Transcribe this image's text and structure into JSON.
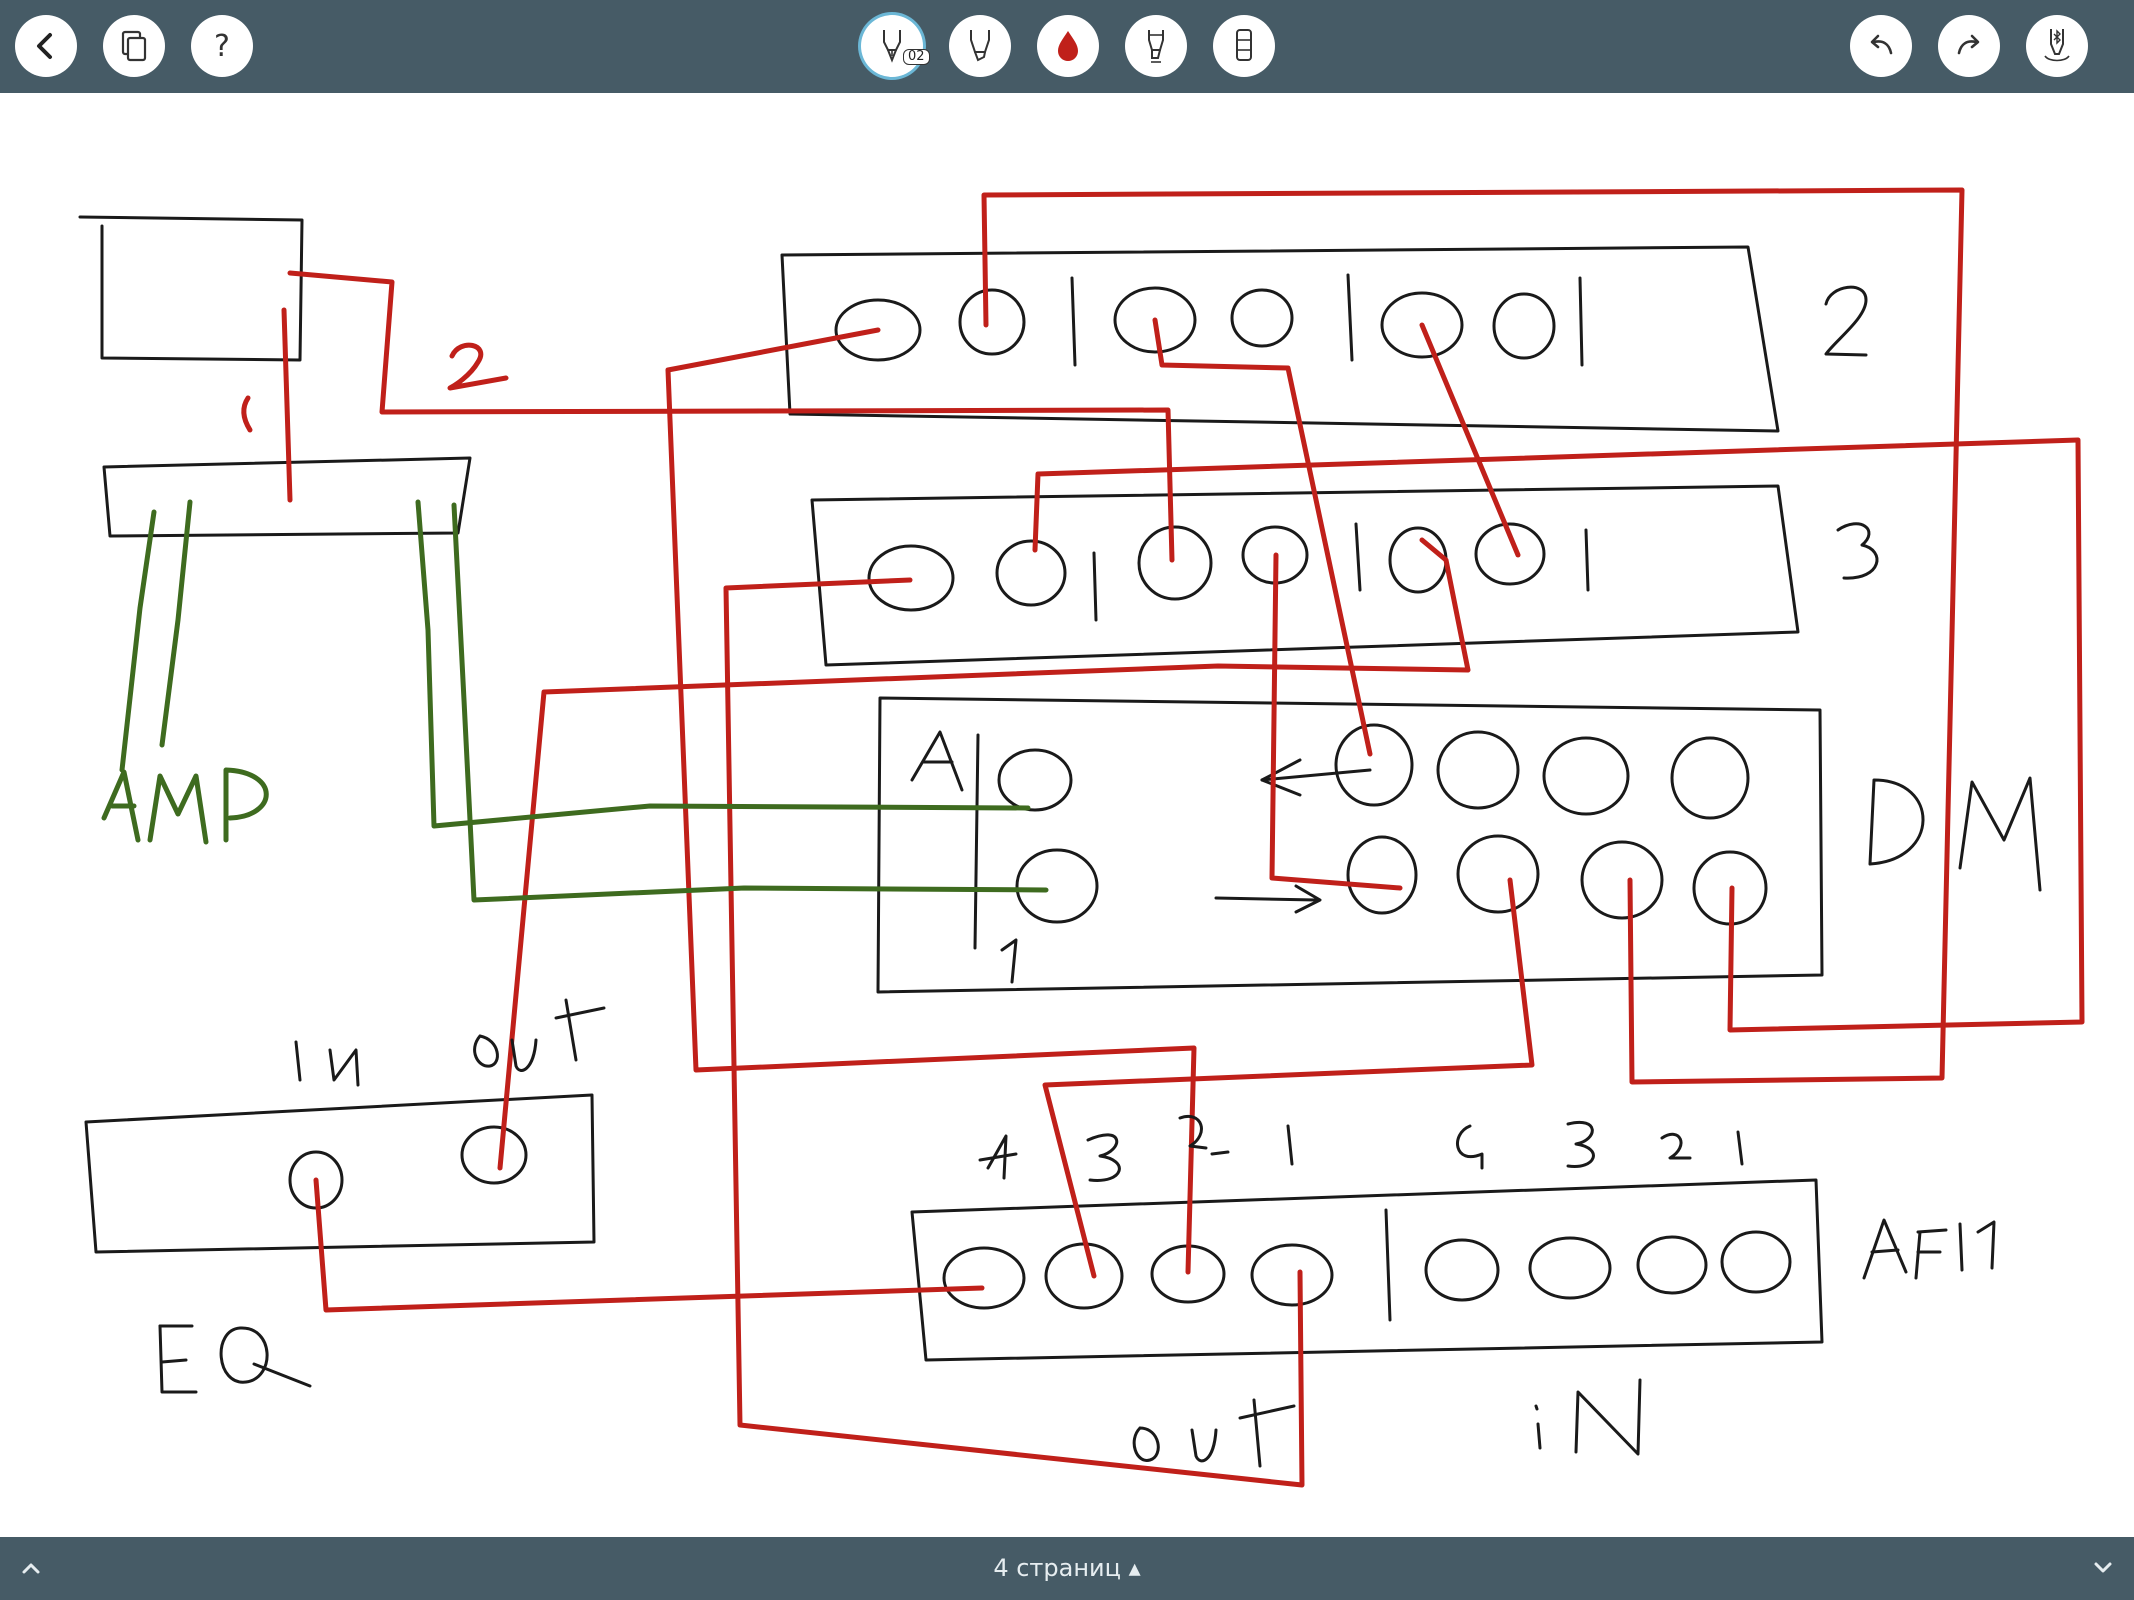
{
  "toolbar": {
    "left_buttons": [
      {
        "name": "back-button",
        "icon": "chevron-left-icon"
      },
      {
        "name": "pages-button",
        "icon": "copy-pages-icon"
      },
      {
        "name": "help-button",
        "icon": "question-icon",
        "glyph": "?"
      }
    ],
    "pen_tools": [
      {
        "name": "fountain-pen-tool",
        "icon": "fountain-pen-icon",
        "selected": true,
        "badge": "02"
      },
      {
        "name": "highlighter-tool",
        "icon": "highlighter-icon"
      },
      {
        "name": "color-tool",
        "icon": "ink-drop-icon",
        "color": "#c0201a"
      },
      {
        "name": "marker-tool",
        "icon": "marker-icon"
      },
      {
        "name": "eraser-tool",
        "icon": "eraser-icon"
      }
    ],
    "right_buttons": [
      {
        "name": "undo-button",
        "icon": "undo-icon"
      },
      {
        "name": "redo-button",
        "icon": "redo-icon"
      },
      {
        "name": "stylus-button",
        "icon": "bluetooth-stylus-icon"
      }
    ]
  },
  "canvas": {
    "ink_colors": {
      "black": "#1a1a1a",
      "red": "#c0201a",
      "green": "#3e6b1f"
    },
    "handwritten_labels": [
      "2",
      "3",
      "A",
      "1",
      "DM",
      "AMP",
      "IN",
      "out",
      "EQ",
      "4",
      "3",
      "2",
      "1",
      "4",
      "3",
      "2",
      "1",
      "AFI1",
      "out",
      "iN"
    ]
  },
  "footer": {
    "page_count": "4 страниц ▴"
  },
  "colors": {
    "bar": "#465b66",
    "accent": "#6bb7d6"
  }
}
